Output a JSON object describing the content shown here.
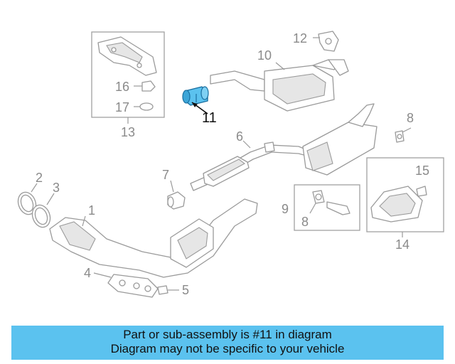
{
  "callouts": {
    "c1": "1",
    "c2": "2",
    "c3": "3",
    "c4": "4",
    "c5": "5",
    "c6": "6",
    "c7": "7",
    "c8": "8",
    "c8b": "8",
    "c9": "9",
    "c10": "10",
    "c11": "11",
    "c12": "12",
    "c13": "13",
    "c14": "14",
    "c15": "15",
    "c16": "16",
    "c17": "17"
  },
  "highlight": {
    "part_number": "11",
    "color": "#5bc2ef"
  },
  "banner": {
    "line1": "Part or sub-assembly is #11 in diagram",
    "line2": "Diagram may not be specific to your vehicle",
    "color": "#5bc2ef"
  }
}
